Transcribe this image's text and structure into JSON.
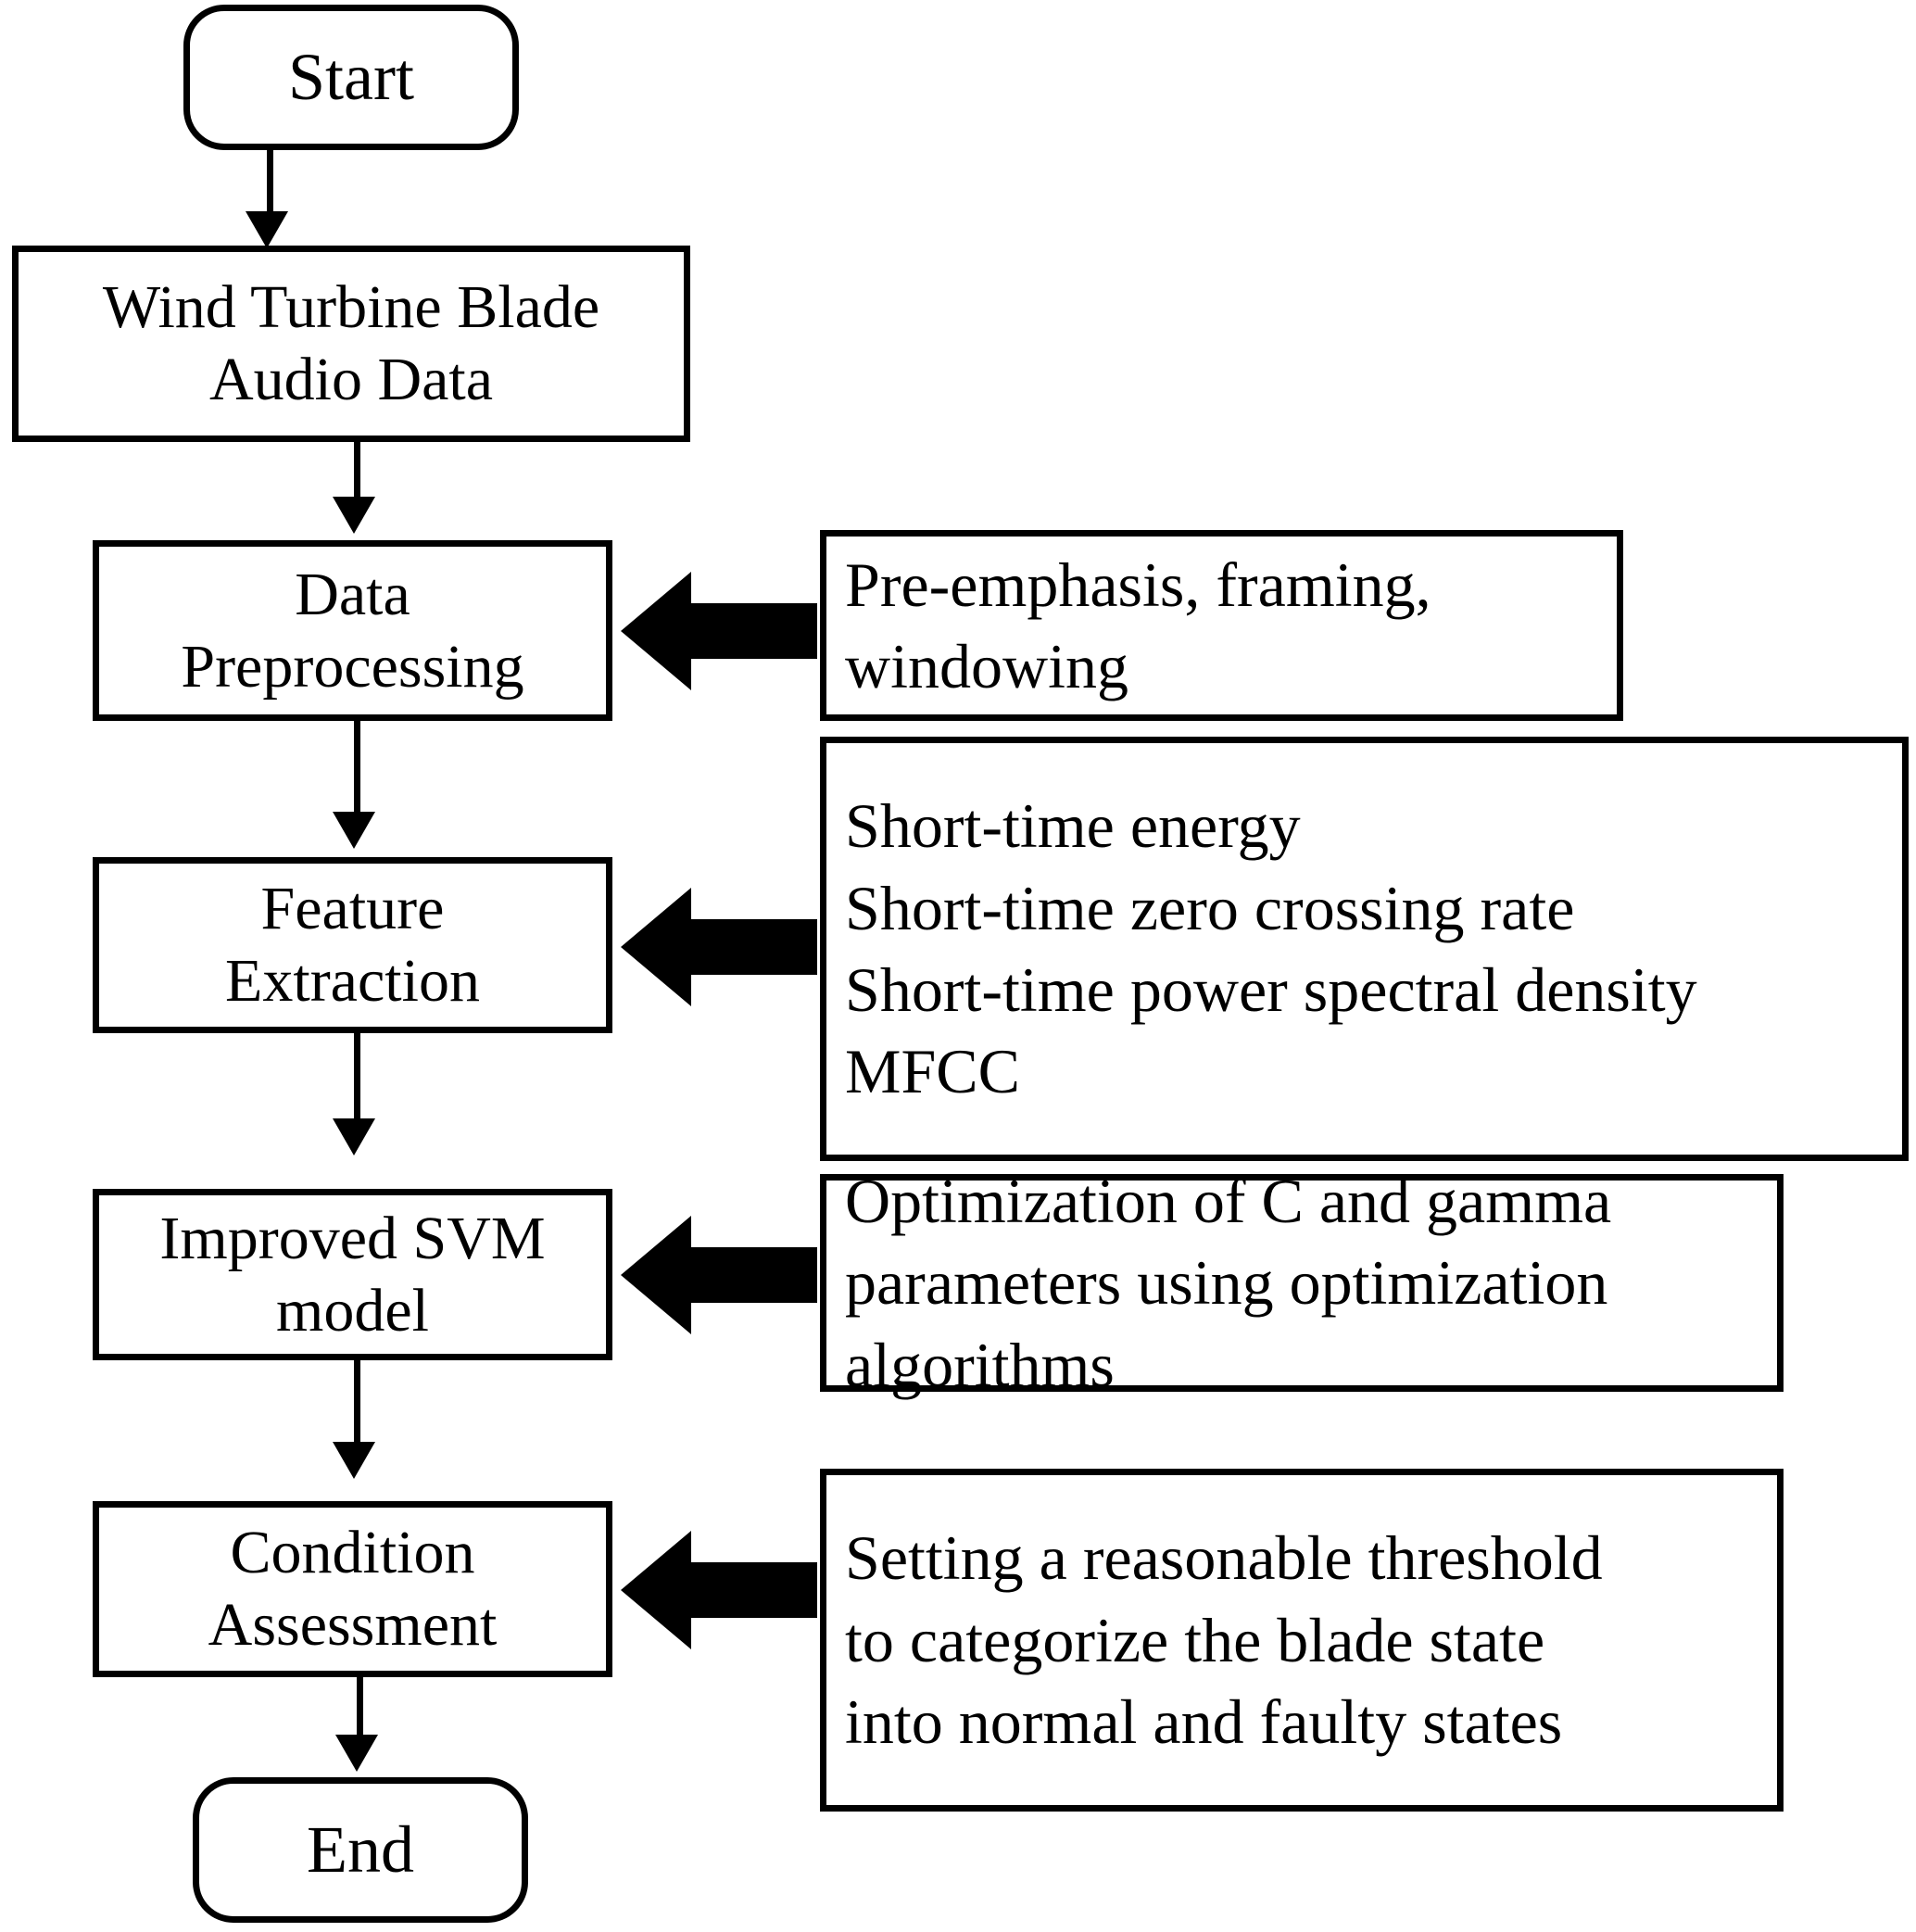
{
  "diagram": {
    "title": "Wind turbine blade audio condition assessment flowchart",
    "type": "flowchart",
    "orientation": "top-to-bottom",
    "stroke_color": "#000000",
    "fill_color": "#ffffff"
  },
  "nodes": {
    "start": {
      "label": "Start",
      "shape": "rounded-rectangle"
    },
    "audio_data": {
      "label": "Wind Turbine Blade\nAudio Data",
      "shape": "rectangle"
    },
    "preprocessing": {
      "label": "Data\nPreprocessing",
      "shape": "rectangle"
    },
    "feature_extraction": {
      "label": "Feature\nExtraction",
      "shape": "rectangle"
    },
    "svm_model": {
      "label": "Improved SVM\nmodel",
      "shape": "rectangle"
    },
    "condition_assessment": {
      "label": "Condition\nAssessment",
      "shape": "rectangle"
    },
    "end": {
      "label": "End",
      "shape": "rounded-rectangle"
    }
  },
  "annotations": {
    "preprocessing_detail": {
      "label": "Pre-emphasis, framing,\nwindowing"
    },
    "feature_detail": {
      "label": "Short-time energy\nShort-time zero crossing rate\nShort-time power spectral density\nMFCC"
    },
    "svm_detail": {
      "label": "Optimization of C and gamma\nparameters using optimization\nalgorithms"
    },
    "assessment_detail": {
      "label": "Setting a reasonable threshold\nto categorize the blade state\ninto normal and faulty states"
    }
  },
  "connectors": [
    {
      "from": "start",
      "to": "audio_data",
      "kind": "arrow-down"
    },
    {
      "from": "audio_data",
      "to": "preprocessing",
      "kind": "arrow-down"
    },
    {
      "from": "preprocessing",
      "to": "feature_extraction",
      "kind": "arrow-down"
    },
    {
      "from": "feature_extraction",
      "to": "svm_model",
      "kind": "arrow-down"
    },
    {
      "from": "svm_model",
      "to": "condition_assessment",
      "kind": "arrow-down"
    },
    {
      "from": "condition_assessment",
      "to": "end",
      "kind": "arrow-down"
    },
    {
      "from": "preprocessing_detail",
      "to": "preprocessing",
      "kind": "block-arrow-left"
    },
    {
      "from": "feature_detail",
      "to": "feature_extraction",
      "kind": "block-arrow-left"
    },
    {
      "from": "svm_detail",
      "to": "svm_model",
      "kind": "block-arrow-left"
    },
    {
      "from": "assessment_detail",
      "to": "condition_assessment",
      "kind": "block-arrow-left"
    }
  ]
}
